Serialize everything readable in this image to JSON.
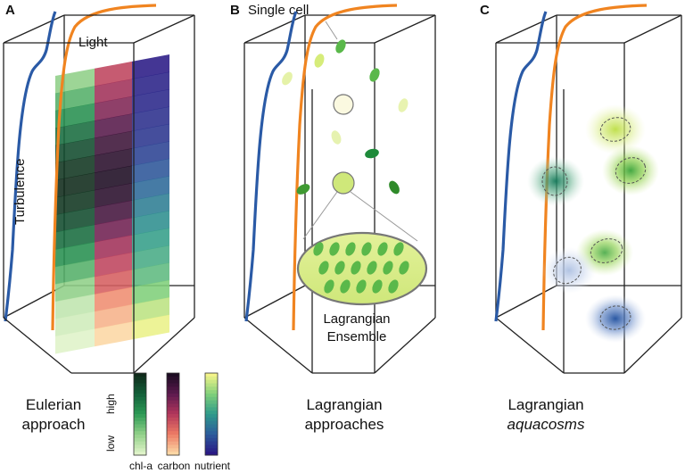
{
  "panels": [
    {
      "letter": "A",
      "labels": {
        "light": "Light",
        "turbulence": "Turbulence"
      },
      "caption_lines": [
        "Eulerian",
        "approach"
      ]
    },
    {
      "letter": "B",
      "labels": {
        "single_cell": "Single cell",
        "ensemble_lines": [
          "Lagrangian",
          "Ensemble"
        ]
      },
      "caption_lines": [
        "Lagrangian",
        "approaches"
      ]
    },
    {
      "letter": "C",
      "caption_lines": [
        "Lagrangian",
        "aquacosms"
      ]
    }
  ],
  "legend": {
    "high_label": "high",
    "low_label": "low",
    "scales": [
      {
        "name": "chl-a",
        "colors": [
          "#0f2a1a",
          "#13613a",
          "#2c9a55",
          "#8fcf87",
          "#dff3c8"
        ]
      },
      {
        "name": "carbon",
        "colors": [
          "#1c0b22",
          "#5e1b4f",
          "#b2365b",
          "#ec7a64",
          "#fcd7a4"
        ]
      },
      {
        "name": "nutrient",
        "colors": [
          "#f4f48a",
          "#7fcf7a",
          "#2e9a8a",
          "#2c5d9c",
          "#2a1a85"
        ]
      }
    ]
  },
  "colors": {
    "light_curve": "#f08420",
    "turbulence_curve": "#2a5aa6",
    "cell_green": "#5ab84a"
  }
}
